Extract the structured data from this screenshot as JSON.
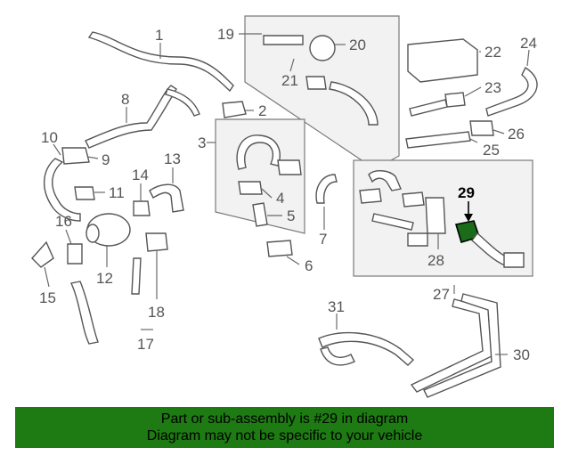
{
  "callouts": {
    "c1": "1",
    "c2": "2",
    "c3": "3",
    "c4": "4",
    "c5": "5",
    "c6": "6",
    "c7": "7",
    "c8": "8",
    "c9": "9",
    "c10": "10",
    "c11": "11",
    "c12": "12",
    "c13": "13",
    "c14": "14",
    "c15": "15",
    "c16": "16",
    "c17": "17",
    "c18": "18",
    "c19": "19",
    "c20": "20",
    "c21": "21",
    "c22": "22",
    "c23": "23",
    "c24": "24",
    "c25": "25",
    "c26": "26",
    "c27": "27",
    "c28": "28",
    "c29": "29",
    "c30": "30",
    "c31": "31"
  },
  "highlighted_part": "29",
  "colors": {
    "banner": "#1e7a12",
    "highlight_part": "#1a6b1a",
    "lines": "#555555",
    "box_fill": "#f2f2f2"
  },
  "banner": {
    "line1": "Part or sub-assembly is #29 in diagram",
    "line2": "Diagram may not be specific to your vehicle"
  }
}
